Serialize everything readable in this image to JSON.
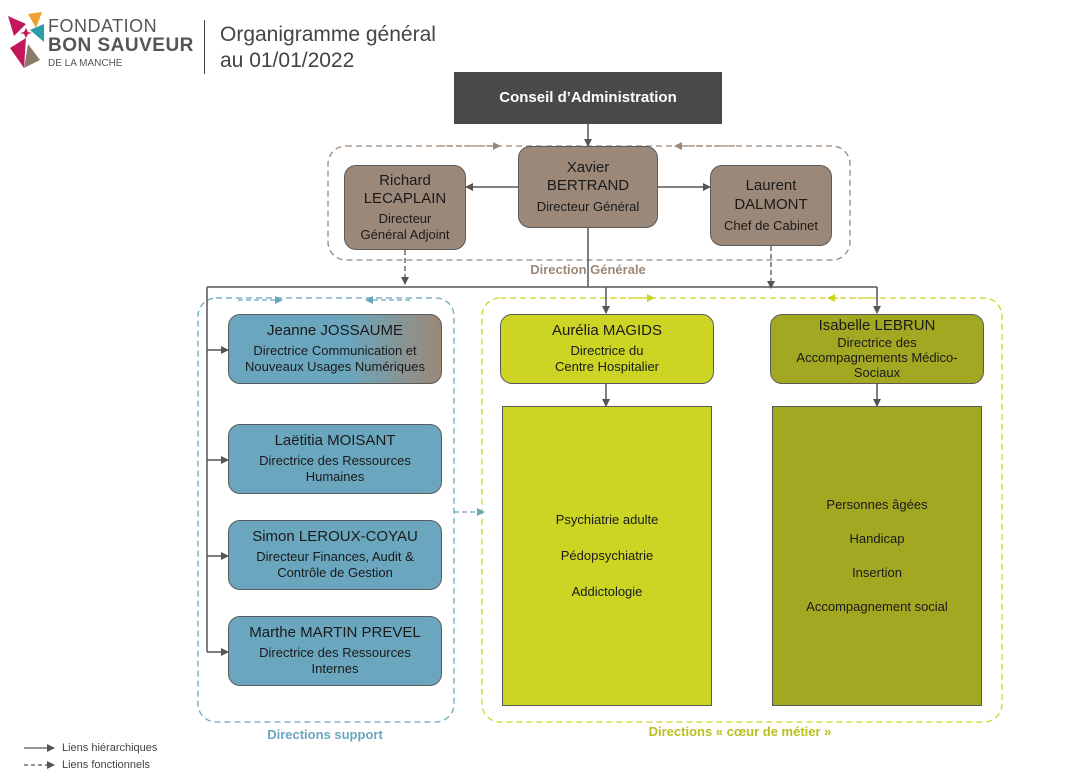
{
  "header": {
    "logo_line1": "FONDATION",
    "logo_line2": "BON SAUVEUR",
    "logo_line3": "DE LA MANCHE",
    "title_line1": "Organigramme général",
    "title_line2": "au 01/01/2022"
  },
  "board": {
    "label": "Conseil d’Administration"
  },
  "direction_generale": {
    "label": "Direction Générale",
    "dg": {
      "first": "Xavier",
      "last": "BERTRAND",
      "title": "Directeur Général"
    },
    "adjoint": {
      "first": "Richard",
      "last": "LECAPLAIN",
      "title1": "Directeur",
      "title2": "Général Adjoint"
    },
    "cabinet": {
      "first": "Laurent",
      "last": "DALMONT",
      "title": "Chef de Cabinet"
    }
  },
  "support": {
    "label": "Directions support",
    "items": [
      {
        "name": "Jeanne JOSSAUME",
        "title1": "Directrice Communication et",
        "title2": "Nouveaux Usages Numériques"
      },
      {
        "name": "Laëtitia MOISANT",
        "title1": "Directrice des Ressources",
        "title2": "Humaines"
      },
      {
        "name": "Simon LEROUX-COYAU",
        "title1": "Directeur Finances, Audit &",
        "title2": "Contrôle de Gestion"
      },
      {
        "name": "Marthe MARTIN PREVEL",
        "title1": "Directrice des Ressources",
        "title2": "Internes"
      }
    ]
  },
  "metier": {
    "label": "Directions « cœur de métier »",
    "hospital": {
      "name": "Aurélia MAGIDS",
      "title1": "Directrice du",
      "title2": "Centre Hospitalier",
      "services": [
        "Psychiatrie adulte",
        "Pédopsychiatrie",
        "Addictologie"
      ]
    },
    "medico": {
      "name": "Isabelle LEBRUN",
      "title1": "Directrice des",
      "title2": "Accompagnements Médico-",
      "title3": "Sociaux",
      "services": [
        "Personnes âgées",
        "Handicap",
        "Insertion",
        "Accompagnement social"
      ]
    }
  },
  "legend": {
    "hierarchical": "Liens hiérarchiques",
    "functional": "Liens fonctionnels"
  },
  "colors": {
    "brown": "#9c8878",
    "blue": "#6aa7bf",
    "lime": "#cdd524",
    "olive": "#a3a823",
    "dark": "#4a4a4a",
    "magenta": "#c2185b",
    "orange": "#f0a030",
    "teal": "#2a9dab"
  }
}
